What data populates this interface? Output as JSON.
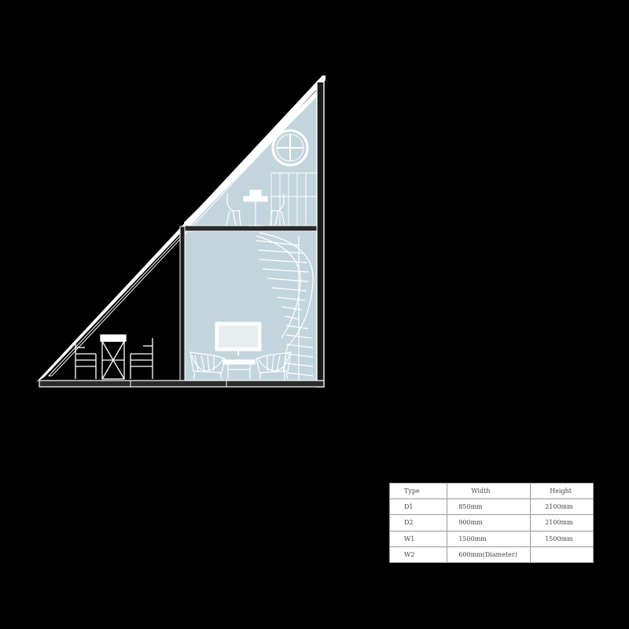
{
  "colors": {
    "background": "#000000",
    "interior": "#c2d5dc",
    "line": "#ffffff",
    "roof_band": "#ffffff",
    "table_bg": "#ffffff",
    "table_border": "#9a9a9a",
    "table_text": "#444444"
  },
  "drawing": {
    "kind": "A-frame cabin cross-section",
    "elements": [
      "roof",
      "loft-floor",
      "ground-floor",
      "round-window",
      "spiral-stair",
      "dining-set",
      "tv",
      "sofas",
      "coffee-table",
      "porch-table",
      "porch-chairs"
    ]
  },
  "schedule": {
    "headers": {
      "type": "Type",
      "width": "Width",
      "height": "Height"
    },
    "rows": [
      {
        "type": "D1",
        "width": "850mm",
        "height": "2100mm"
      },
      {
        "type": "D2",
        "width": "900mm",
        "height": "2100mm"
      },
      {
        "type": "W1",
        "width": "1500mm",
        "height": "1500mm"
      },
      {
        "type": "W2",
        "width": "600mm(Diameter)",
        "height": ""
      }
    ]
  }
}
